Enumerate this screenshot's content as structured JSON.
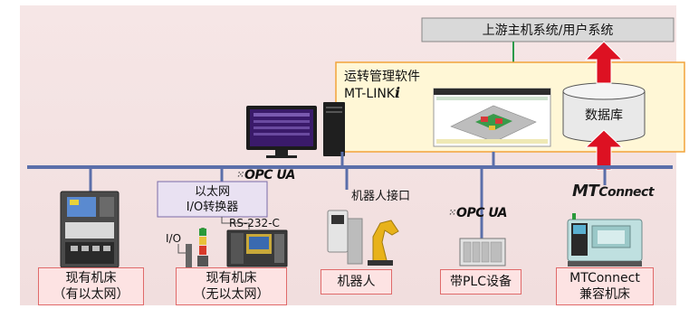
{
  "upstream": {
    "label": "上游主机系统/用户系统"
  },
  "software": {
    "title": "运转管理软件",
    "product": "MT-LINK",
    "product_suffix": "i"
  },
  "database": {
    "label": "数据库"
  },
  "protocols": {
    "opc_ua_top": "OPC UA",
    "opc_ua_plc": "OPC UA",
    "mtconnect_logo": {
      "mt": "MT",
      "rest": "Connect"
    }
  },
  "converter": {
    "line1": "以太网",
    "line2": "I/O转换器"
  },
  "labels": {
    "rs232": "RS-232-C",
    "io": "I/O",
    "robot_interface": "机器人接口"
  },
  "devices": [
    {
      "line1": "现有机床",
      "line2": "（有以太网）"
    },
    {
      "line1": "现有机床",
      "line2": "（无以太网）"
    },
    {
      "line1": "机器人",
      "line2": ""
    },
    {
      "line1": "带PLC设备",
      "line2": ""
    },
    {
      "line1": "MTConnect",
      "line2": "兼容机床"
    }
  ],
  "colors": {
    "network_line": "#5b6faa",
    "software_fill": "#fff7d6",
    "software_border": "#f2a33a",
    "arrow": "#dd1122",
    "upstream_fill": "#d9d9d9",
    "device_fill": "#fde3e3"
  }
}
